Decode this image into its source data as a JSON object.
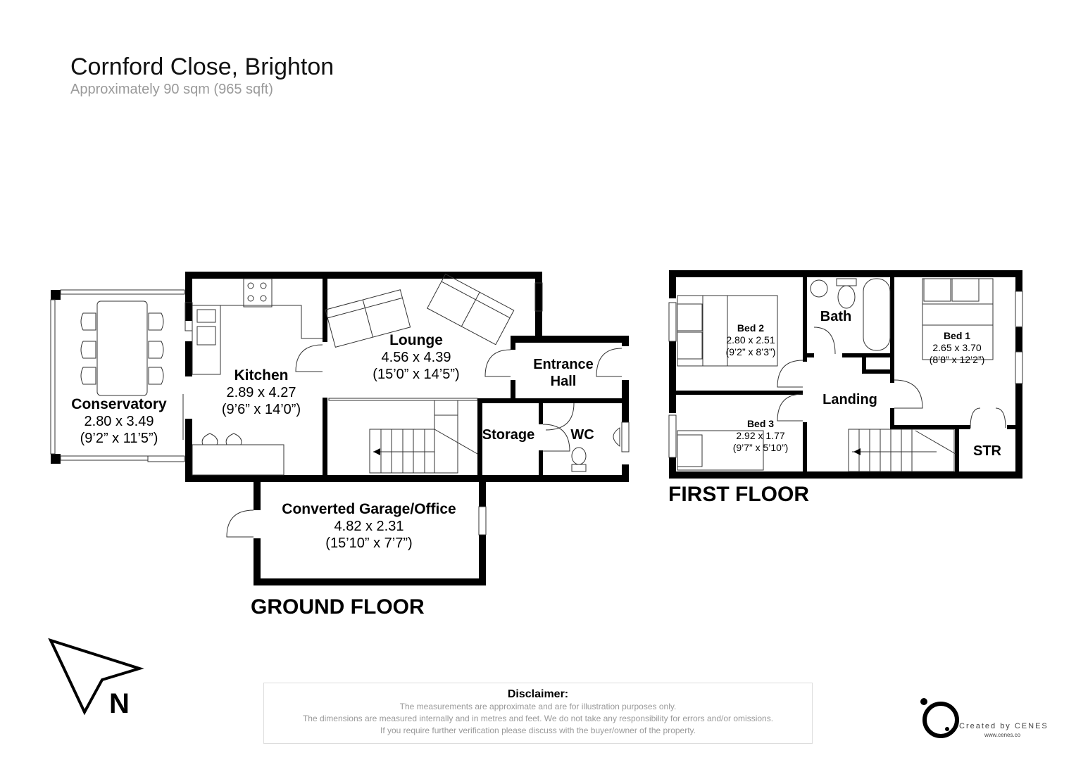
{
  "header": {
    "title": "Cornford Close, Brighton",
    "subtitle": "Approximately 90 sqm (965 sqft)"
  },
  "ground_floor": {
    "label": "GROUND FLOOR",
    "rooms": [
      {
        "name": "Conservatory",
        "metric": "2.80 x 3.49",
        "imperial": "(9’2” x 11’5”)"
      },
      {
        "name": "Kitchen",
        "metric": "2.89 x 4.27",
        "imperial": "(9’6” x 14’0”)"
      },
      {
        "name": "Lounge",
        "metric": "4.56 x 4.39",
        "imperial": "(15’0” x 14’5”)"
      },
      {
        "name": "Entrance",
        "name2": "Hall"
      },
      {
        "name": "Storage"
      },
      {
        "name": "WC"
      },
      {
        "name": "Converted Garage/Office",
        "metric": "4.82 x 2.31",
        "imperial": "(15’10” x 7’7”)"
      }
    ]
  },
  "first_floor": {
    "label": "FIRST FLOOR",
    "rooms": [
      {
        "name": "Bed 2",
        "metric": "2.80 x 2.51",
        "imperial": "(9’2” x 8’3”)"
      },
      {
        "name": "Bath"
      },
      {
        "name": "Bed 1",
        "metric": "2.65 x 3.70",
        "imperial": "(8’8” x 12’2”)"
      },
      {
        "name": "Landing"
      },
      {
        "name": "Bed 3",
        "metric": "2.92 x 1.77",
        "imperial": "(9’7” x 5’10”)"
      },
      {
        "name": "STR"
      }
    ]
  },
  "compass": {
    "label": "N",
    "icon": "north-arrow-icon"
  },
  "disclaimer": {
    "heading": "Disclaimer:",
    "lines": [
      "The measurements are approximate and are for illustration purposes only.",
      "The dimensions are measured internally and in metres and feet. We do not take any responsibility for errors and/or omissions.",
      "If you require further verification please discuss with the buyer/owner of the property."
    ]
  },
  "credit": {
    "text": "Created by CENES",
    "url": "www.cenes.co"
  }
}
